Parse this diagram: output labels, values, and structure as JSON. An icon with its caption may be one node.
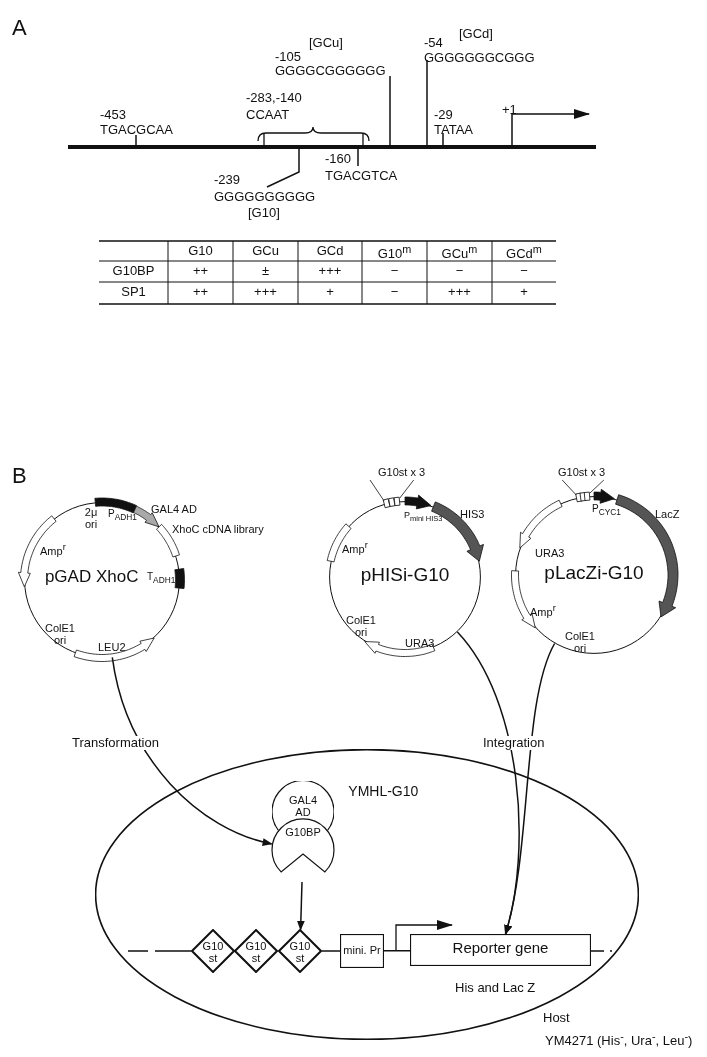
{
  "diagram": {
    "nodes": [
      {
        "text": [
          "pGAD XhoC"
        ]
      },
      {
        "text": [
          "pHISi-G10"
        ]
      },
      {
        "text": [
          "pLacZi-G10"
        ]
      },
      {
        "text": [
          "YMHL-G10"
        ],
        "beside": [
          "Host",
          "YM4271 (His$^{-}$, Ura$^{-}$, Leu$^{-}$)"
        ]
      },
      {
        "text": [
          "GAL4 AD"
        ],
        "in": 3
      },
      {
        "text": [
          "G10BP"
        ],
        "in": 3
      },
      {
        "text": [
          "G10 st"
        ],
        "in": 3
      },
      {
        "text": [
          "G10 st"
        ],
        "in": 3
      },
      {
        "text": [
          "G10 st"
        ],
        "in": 3
      },
      {
        "text": [
          "mini. Pr"
        ],
        "in": 3
      },
      {
        "text": [
          "Reporter gene"
        ],
        "in": 3,
        "beside": [
          "His  and  Lac Z"
        ]
      }
    ],
    "edges": [
      {
        "from": 0,
        "to": 5,
        "arrow": "to",
        "label": "Transformation"
      },
      {
        "from": 1,
        "to": 10,
        "arrow": "to",
        "label": "Integration"
      },
      {
        "from": 2,
        "to": 10,
        "arrow": "to"
      },
      {
        "from": 5,
        "to": 8,
        "arrow": "to"
      },
      {
        "from": 8,
        "to": 9,
        "arrow": "none"
      },
      {
        "from": 9,
        "to": 10,
        "arrow": "none"
      }
    ],
    "labels": [
      "A",
      "[GCu]",
      "[GCd]",
      "-105",
      "-54",
      "GGGGCGGGGGG",
      "GGGGGGGCGGG",
      "-283,-140",
      "-453",
      "CCAAT",
      "-29",
      "+1",
      "TGACGCAA",
      "TATAA",
      "-160",
      "-239",
      "TGACGTCA",
      "GGGGGGGGGG",
      "[G10]",
      "G10",
      "GCu",
      "GCd",
      "G10$^{m}$",
      "GCu$^{m}$",
      "GCd$^{m}$",
      "G10BP",
      "++",
      "±",
      "+++",
      "−",
      "−",
      "−",
      "SP1",
      "++",
      "+++",
      "+",
      "−",
      "+++",
      "+",
      "B",
      "2μ ori",
      "P$_{ADH1}$",
      "GAL4 AD",
      "XhoC cDNA library",
      "Amp$^{r}$",
      "T$_{ADH1}$",
      "ColE1 ori",
      "LEU2",
      "G10st x 3",
      "P$_{mini HIS3}$",
      "HIS3",
      "Amp$^{r}$",
      "ColE1 ori",
      "URA3",
      "G10st x 3",
      "P$_{CYC1}$",
      "LacZ",
      "URA3",
      "Amp$^{r}$",
      "ColE1 ori"
    ]
  }
}
